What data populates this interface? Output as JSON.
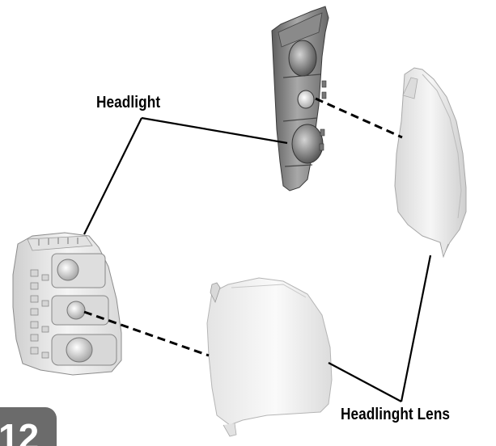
{
  "labels": {
    "headlight": "Headlight",
    "lens": "Headlinght Lens"
  },
  "page_number": "12",
  "colors": {
    "line": "#000000",
    "part_light": "#ebebeb",
    "part_mid": "#bdbdbd",
    "part_dark": "#6e6e6e",
    "badge": "#6b6b6b"
  }
}
